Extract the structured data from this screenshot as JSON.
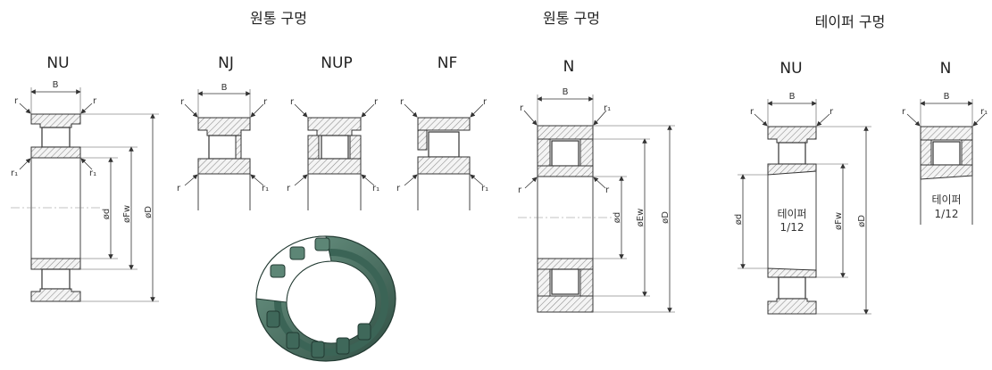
{
  "headers": {
    "cylindrical_bore_1": "원통 구멍",
    "cylindrical_bore_2": "원통 구멍",
    "tapered_bore": "테이퍼 구멍"
  },
  "types": {
    "nu": "NU",
    "nj": "NJ",
    "nup": "NUP",
    "nf": "NF",
    "n": "N",
    "nu_taper": "NU",
    "n_taper": "N"
  },
  "dimensions": {
    "width": "B",
    "chamfer": "r",
    "chamfer_small": "r₁",
    "bore": "ød",
    "raceway_inner": "øFw",
    "raceway_outer": "øEw",
    "outer": "øD"
  },
  "taper_note": {
    "line1": "테이퍼",
    "line2": "1/12"
  },
  "colors": {
    "line": "#333333",
    "hatch": "#8a8a8a",
    "bearing_body": "#4f7a6a",
    "bearing_dark": "#2f4d42"
  }
}
